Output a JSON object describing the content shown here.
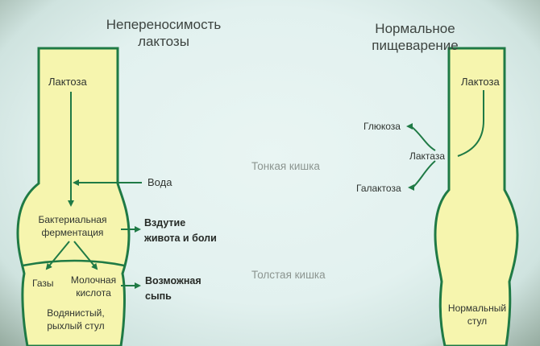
{
  "left": {
    "title_line1": "Непереносимость",
    "title_line2": "лактозы",
    "lactose": "Лактоза",
    "water": "Вода",
    "fermentation_line1": "Бактериальная",
    "fermentation_line2": "ферментация",
    "bloating_line1": "Вздутие",
    "bloating_line2": "живота и боли",
    "gases": "Газы",
    "lactic_line1": "Молочная",
    "lactic_line2": "кислота",
    "rash_line1": "Возможная",
    "rash_line2": "сыпь",
    "stool_line1": "Водянистый,",
    "stool_line2": "рыхлый стул"
  },
  "middle": {
    "small_intestine": "Тонкая кишка",
    "large_intestine": "Толстая кишка"
  },
  "right": {
    "title_line1": "Нормальное",
    "title_line2": "пищеварение",
    "lactose": "Лактоза",
    "glucose": "Глюкоза",
    "lactase": "Лактаза",
    "galactose": "Галактоза",
    "stool_line1": "Нормальный",
    "stool_line2": "стул"
  },
  "colors": {
    "tube_fill": "#f6f5ae",
    "tube_outline": "#1f7a45",
    "arrow": "#1f7a45"
  }
}
